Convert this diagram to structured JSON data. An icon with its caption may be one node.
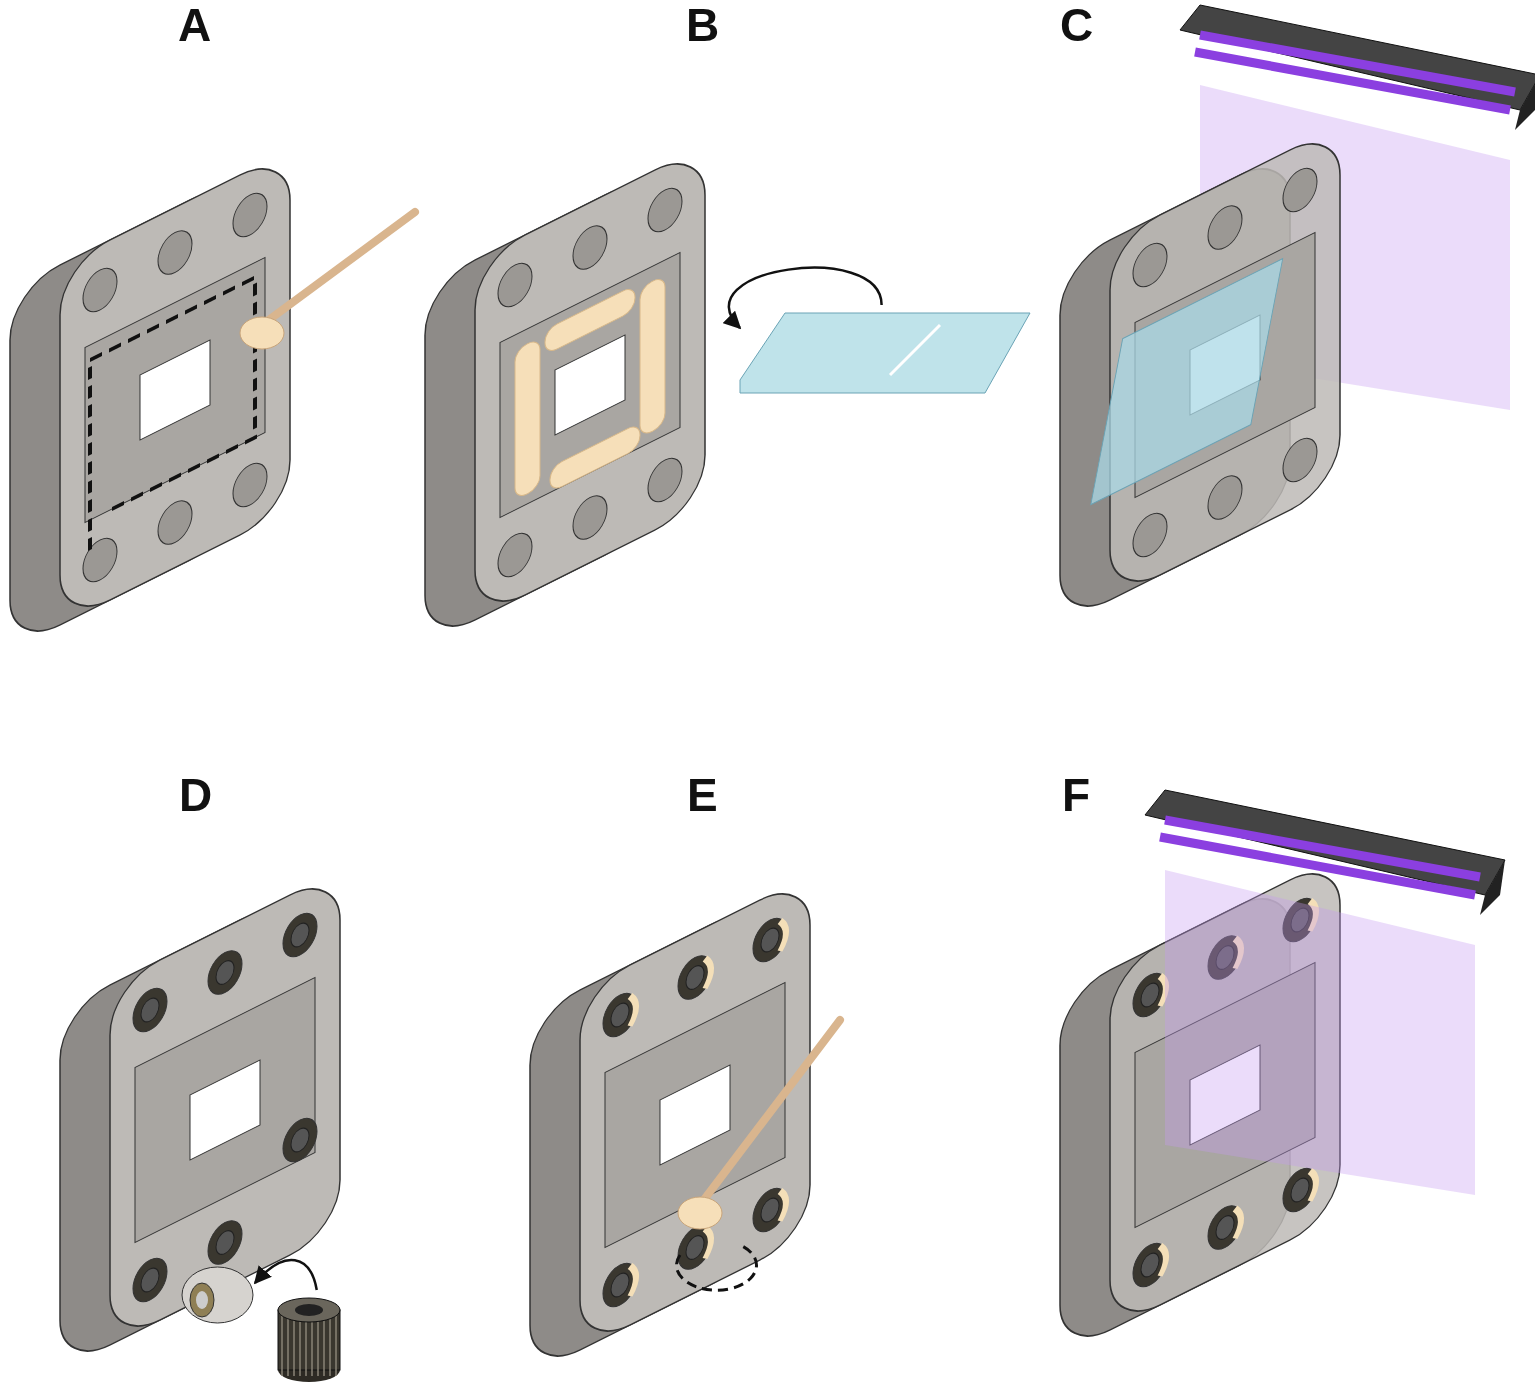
{
  "diagram": {
    "nodes": [
      {
        "text": [],
        "shape": "picture"
      },
      {
        "text": [],
        "shape": "picture"
      },
      {
        "text": [],
        "shape": "circle"
      },
      {
        "text": [],
        "shape": "picture"
      }
    ],
    "edges": [
      {
        "from": 1,
        "to": 0,
        "arrow": "to"
      },
      {
        "from": 3,
        "to": 2,
        "arrow": "to"
      }
    ],
    "labels": [
      "A",
      "B",
      "C",
      "D",
      "E",
      "F"
    ]
  }
}
